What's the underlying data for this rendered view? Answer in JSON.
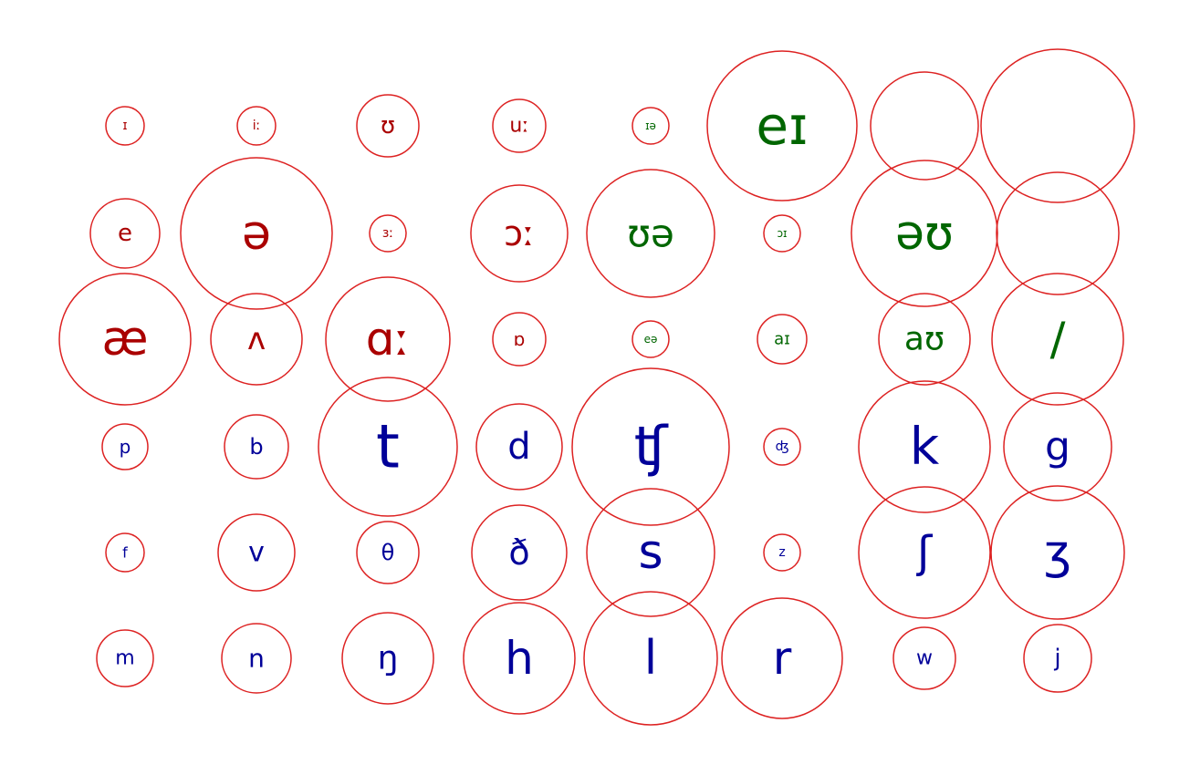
{
  "colors": {
    "circle_stroke": "#dd2222",
    "vowel": "#aa0000",
    "diphthong": "#006600",
    "consonant": "#000099"
  },
  "symbols": [
    {
      "name": "ɪ",
      "kind": "vowel"
    },
    {
      "name": "iː",
      "kind": "vowel"
    },
    {
      "name": "ʊ",
      "kind": "vowel"
    },
    {
      "name": "uː",
      "kind": "vowel"
    },
    {
      "name": "ɪə",
      "kind": "diphthong"
    },
    {
      "name": "eɪ",
      "kind": "diphthong"
    },
    {
      "name": "",
      "kind": "empty"
    },
    {
      "name": "",
      "kind": "empty"
    },
    {
      "name": "e",
      "kind": "vowel"
    },
    {
      "name": "ə",
      "kind": "vowel"
    },
    {
      "name": "ɜː",
      "kind": "vowel"
    },
    {
      "name": "ɔː",
      "kind": "vowel"
    },
    {
      "name": "ʊə",
      "kind": "diphthong"
    },
    {
      "name": "ɔɪ",
      "kind": "diphthong"
    },
    {
      "name": "əʊ",
      "kind": "diphthong"
    },
    {
      "name": "",
      "kind": "empty"
    },
    {
      "name": "æ",
      "kind": "vowel"
    },
    {
      "name": "ʌ",
      "kind": "vowel"
    },
    {
      "name": "ɑː",
      "kind": "vowel"
    },
    {
      "name": "ɒ",
      "kind": "vowel"
    },
    {
      "name": "eə",
      "kind": "diphthong"
    },
    {
      "name": "aɪ",
      "kind": "diphthong"
    },
    {
      "name": "aʊ",
      "kind": "diphthong"
    },
    {
      "name": "/",
      "kind": "diphthong"
    },
    {
      "name": "p",
      "kind": "consonant"
    },
    {
      "name": "b",
      "kind": "consonant"
    },
    {
      "name": "t",
      "kind": "consonant"
    },
    {
      "name": "d",
      "kind": "consonant"
    },
    {
      "name": "ʧ",
      "kind": "consonant"
    },
    {
      "name": "ʤ",
      "kind": "consonant"
    },
    {
      "name": "k",
      "kind": "consonant"
    },
    {
      "name": "g",
      "kind": "consonant"
    },
    {
      "name": "f",
      "kind": "consonant"
    },
    {
      "name": "v",
      "kind": "consonant"
    },
    {
      "name": "θ",
      "kind": "consonant"
    },
    {
      "name": "ð",
      "kind": "consonant"
    },
    {
      "name": "s",
      "kind": "consonant"
    },
    {
      "name": "z",
      "kind": "consonant"
    },
    {
      "name": "ʃ",
      "kind": "consonant"
    },
    {
      "name": "ʒ",
      "kind": "consonant"
    },
    {
      "name": "m",
      "kind": "consonant"
    },
    {
      "name": "n",
      "kind": "consonant"
    },
    {
      "name": "ŋ",
      "kind": "consonant"
    },
    {
      "name": "h",
      "kind": "consonant"
    },
    {
      "name": "l",
      "kind": "consonant"
    },
    {
      "name": "r",
      "kind": "consonant"
    },
    {
      "name": "w",
      "kind": "consonant"
    },
    {
      "name": "j",
      "kind": "consonant"
    }
  ]
}
